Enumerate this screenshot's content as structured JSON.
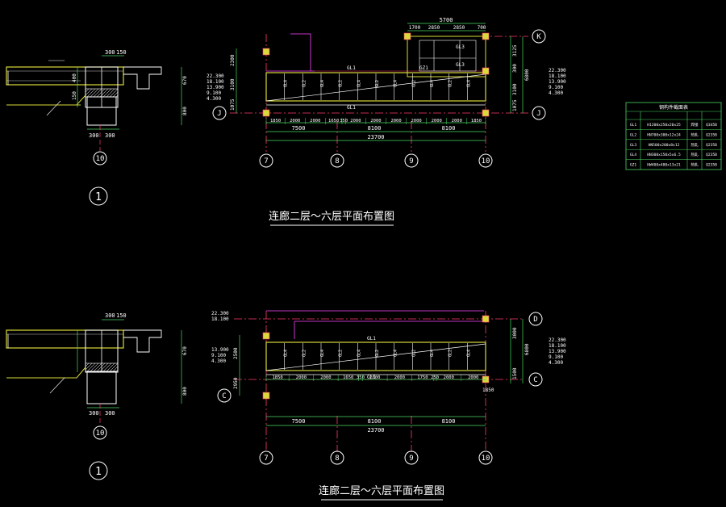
{
  "colors": {
    "background": "#000000",
    "wall": "#d9d93a",
    "column": "#ffffff",
    "axis": "#ff3b6b",
    "dim": "#4cd964",
    "text": "#ffffff",
    "beam": "#ff44ff",
    "hatch": "#c8c8c8",
    "table_border": "#4cd964"
  },
  "titles": {
    "plan_top": "连廊二层～六层平面布置图",
    "plan_bottom": "连廊二层～六层平面布置图"
  },
  "detail_markers": {
    "top": "1",
    "bottom": "1"
  },
  "axes_bottom": [
    "7",
    "8",
    "9",
    "10"
  ],
  "axes_top_plan_side": [
    "K",
    "J",
    "J"
  ],
  "axes_bottom_plan_side": [
    "D",
    "C",
    "C"
  ],
  "section_axis": "10",
  "dims_top_plan": {
    "segments": [
      "1850",
      "2000",
      "2000",
      "1650",
      "350",
      "2000",
      "2000",
      "2000",
      "2000",
      "2000",
      "2000",
      "1850"
    ],
    "spans": [
      "7500",
      "8100",
      "8100"
    ],
    "total": "23700",
    "right": [
      "3125",
      "300",
      "3100",
      "1075"
    ],
    "right_total": "6800",
    "left": [
      "2300",
      "3100",
      "1075"
    ],
    "top": [
      "1700",
      "2850",
      "2850",
      "700"
    ],
    "top_total": "5700"
  },
  "dims_bottom_plan": {
    "segments": [
      "1850",
      "2000",
      "2000",
      "1650",
      "350",
      "2000",
      "2000",
      "1750",
      "250",
      "2000",
      "2000"
    ],
    "spans": [
      "7500",
      "8100",
      "8100"
    ],
    "total": "23700",
    "right": [
      "3000",
      "1500"
    ],
    "right_total": "6800",
    "left": [
      "2500",
      "2950"
    ],
    "extra": "1850"
  },
  "elevations": [
    "22.300",
    "18.100",
    "13.900",
    "9.100",
    "4.300"
  ],
  "beam_labels": [
    "GL1",
    "GL2",
    "GL3",
    "GL4",
    "GZ1"
  ],
  "section_dims": {
    "top": [
      "300",
      "150"
    ],
    "bottom": [
      "300",
      "300"
    ],
    "left_v": [
      "400",
      "150"
    ],
    "right_v": [
      "670",
      "800"
    ]
  },
  "table": {
    "title": "钢构件截面表",
    "rows": [
      [
        "GL1",
        "H1200x250x20x25",
        "焊接",
        "Q345B"
      ],
      [
        "GL2",
        "HN700x300x12x24",
        "热轧",
        "Q235B"
      ],
      [
        "GL3",
        "HN500x200x8x12",
        "热轧",
        "Q235B"
      ],
      [
        "GL4",
        "HN300x150x5x6.5",
        "热轧",
        "Q235B"
      ],
      [
        "GZ1",
        "HW400x400x13x21",
        "热轧",
        "Q235B"
      ]
    ]
  }
}
